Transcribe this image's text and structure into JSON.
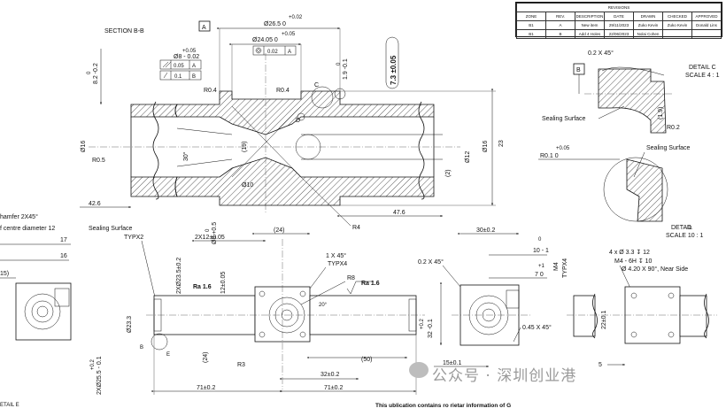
{
  "revisions": {
    "title": "REVISIONS",
    "headers": [
      "ZONE",
      "REV.",
      "DESCRIPTION",
      "DATE",
      "DRAWN",
      "CHECKED",
      "APPROVED"
    ],
    "rows": [
      [
        "B1",
        "A",
        "New item",
        "29/11/2023",
        "Zuko Kevin",
        "Zuko Kevin",
        "Donald Lins"
      ],
      [
        "B1",
        "B",
        "Add 4 Holes",
        "22/06/2023",
        "Nolai Cohen",
        "",
        ""
      ]
    ]
  },
  "section_bb": {
    "title": "SECTION B-B",
    "datum_a": "A",
    "dims": {
      "d_top_plus": "+0.02",
      "d26": "Ø26.5   0",
      "tol_005": "+0.05",
      "d24": "Ø24.05   0",
      "tol_005b": "+0.05",
      "d8": "Ø8 - 0.02",
      "pos_tol": "0.02",
      "pos_ref": "A",
      "flat_tol": "0.05",
      "flat_ref": "A",
      "run_tol": "0.1",
      "run_ref": "B",
      "d82": "8.2 -0.2",
      "d0": "0",
      "d19": "1.9 -0.1",
      "d0b": "0",
      "d73": "7.3 ±0.05",
      "r04a": "R0.4",
      "r04b": "R0.4",
      "c": "C",
      "d": "D",
      "d16": "Ø16",
      "r05": "R0.5",
      "a30": "30°",
      "d19p": "(19)",
      "d10": "Ø10",
      "d426": "42.6",
      "d12": "Ø12",
      "d2": "(2)",
      "d16b": "Ø16",
      "d23": "23",
      "d476": "47.6",
      "r4": "R4",
      "chamfer_note": "hamfer 2X45°",
      "centre_note": "f centre diameter 12"
    }
  },
  "detail_c": {
    "title": "DETAIL C",
    "scale": "SCALE 4 : 1",
    "chamfer": "0.2 X 45°",
    "datum": "B",
    "sealing": "Sealing Surface",
    "dim19": "(1.9)",
    "r02": "R0.2"
  },
  "detail_d": {
    "title": "DETAIL D",
    "scale": "SCALE 10 : 1",
    "tol": "+0.05",
    "r01": "R0.1   0",
    "sealing": "Sealing Surface"
  },
  "front_view": {
    "sealing": "Sealing Surface",
    "typx2": "TYPX2",
    "d235": "2XØ23.5±0.2",
    "d23_3": "Ø23.3",
    "d255": "2XØ25.5 - 0.1",
    "d255tol": "+0.2",
    "d8": "Ø8 +0.5",
    "d8b": "0",
    "d12": "2X12±0.05",
    "d12b": "12±0.05",
    "d24": "(24)",
    "ra1": "Ra 1.6",
    "ra2": "Ra 1.6",
    "chamfer": "1 X 45°",
    "typx4": "TYPX4",
    "r8": "R8",
    "a20": "20°",
    "r3": "R3",
    "d24b": "(24)",
    "d50": "(50)",
    "d32": "32±0.2",
    "d71a": "71±0.2",
    "d71b": "71±0.2",
    "label_b": "B",
    "label_e": "E",
    "detail_e": "ETAIL E",
    "d17": "17",
    "d16": "16",
    "d15": "15)"
  },
  "side_view": {
    "d30": "30±0.2",
    "d0": "0",
    "d10": "10 - 1",
    "d7": "+1",
    "d7b": "7   0",
    "m4": "M4",
    "typx4": "TYPX4",
    "chamfer": "0.2 X 45°",
    "d02": "+0.2",
    "d32": "32 -0.1",
    "chamfer2": "0.45 X 45°",
    "d15": "15±0.1"
  },
  "holes_view": {
    "note1": "4 x Ø 3.3 ↧ 12",
    "note2": "M4 - 6H ↧ 10",
    "note3": "Ø 4.20 X 90°, Near Side",
    "d22": "22±0.1",
    "d5": "5"
  },
  "footer": "This   ublication contains   ro  rietar   information of G",
  "watermark": "公众号 · 深圳创业港"
}
